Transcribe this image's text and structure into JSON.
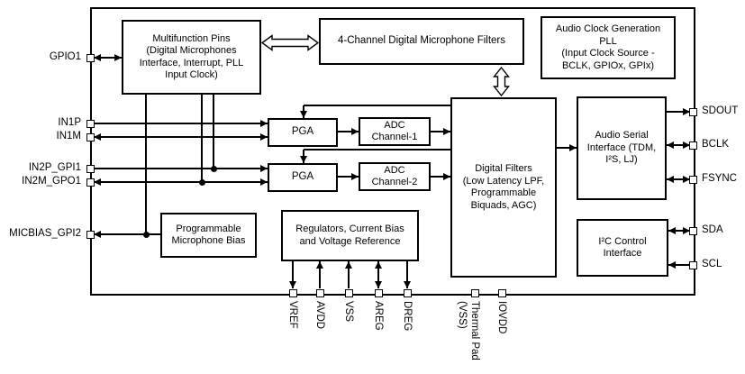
{
  "diagram": {
    "kind": "audio-adc-functional-block-diagram",
    "colors": {
      "line": "#000000",
      "background": "#ffffff",
      "block_fill": "#ffffff"
    },
    "blocks": {
      "multifunction": {
        "label": "Multifunction Pins\n(Digital Microphones\nInterface, Interrupt, PLL\nInput Clock)"
      },
      "dmic_filters": {
        "label": "4-Channel Digital Microphone Filters"
      },
      "pll": {
        "label": "Audio Clock Generation\nPLL\n(Input Clock Source -\nBCLK, GPIOx, GPIx)"
      },
      "pga1": {
        "label": "PGA"
      },
      "adc1": {
        "label": "ADC\nChannel-1"
      },
      "pga2": {
        "label": "PGA"
      },
      "adc2": {
        "label": "ADC\nChannel-2"
      },
      "digital_filters": {
        "label": "Digital Filters\n(Low Latency LPF,\nProgrammable\nBiquads, AGC)"
      },
      "asi": {
        "label": "Audio Serial\nInterface (TDM,\nI²S, LJ)"
      },
      "i2c": {
        "label": "I²C Control\nInterface"
      },
      "mic_bias": {
        "label": "Programmable\nMicrophone Bias"
      },
      "regulators": {
        "label": "Regulators, Current Bias\nand Voltage Reference"
      }
    },
    "pins": {
      "left": [
        {
          "label": "GPIO1",
          "direction": "bidirectional"
        },
        {
          "label": "IN1P",
          "direction": "input"
        },
        {
          "label": "IN1M",
          "direction": "bidirectional"
        },
        {
          "label": "IN2P_GPI1",
          "direction": "input"
        },
        {
          "label": "IN2M_GPO1",
          "direction": "bidirectional"
        },
        {
          "label": "MICBIAS_GPI2",
          "direction": "output"
        }
      ],
      "right": [
        {
          "label": "SDOUT",
          "direction": "output"
        },
        {
          "label": "BCLK",
          "direction": "bidirectional"
        },
        {
          "label": "FSYNC",
          "direction": "bidirectional"
        },
        {
          "label": "SDA",
          "direction": "bidirectional"
        },
        {
          "label": "SCL",
          "direction": "input"
        }
      ],
      "bottom": [
        {
          "label": "VREF",
          "direction": "output"
        },
        {
          "label": "AVDD",
          "direction": "input"
        },
        {
          "label": "VSS",
          "direction": "input"
        },
        {
          "label": "AREG",
          "direction": "bidirectional"
        },
        {
          "label": "DREG",
          "direction": "output"
        },
        {
          "label": "Thermal Pad\n(VSS)",
          "direction": "none"
        },
        {
          "label": "IOVDD",
          "direction": "none"
        }
      ]
    }
  }
}
